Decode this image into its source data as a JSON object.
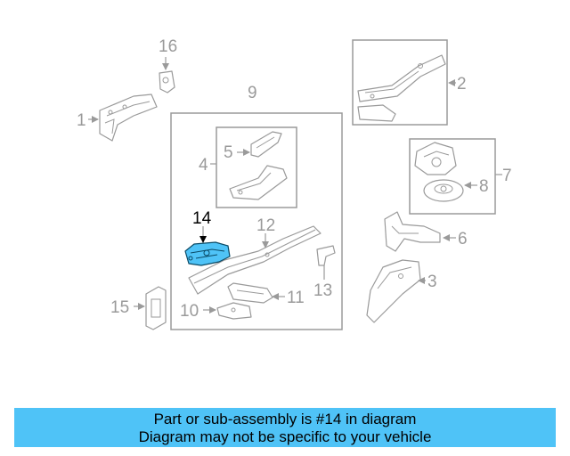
{
  "diagram": {
    "callouts": {
      "c1": "1",
      "c2": "2",
      "c3": "3",
      "c4": "4",
      "c5": "5",
      "c6": "6",
      "c7": "7",
      "c8": "8",
      "c9": "9",
      "c10": "10",
      "c11": "11",
      "c12": "12",
      "c13": "13",
      "c14": "14",
      "c15": "15",
      "c16": "16"
    },
    "highlighted_part": "14"
  },
  "banner": {
    "line1": "Part or sub-assembly is #14 in diagram",
    "line2": "Diagram may not be specific to your vehicle"
  },
  "colors": {
    "highlight": "#4fc3f7",
    "line_gray": "#9a9a9a",
    "highlight_outline": "#0a4a66"
  }
}
